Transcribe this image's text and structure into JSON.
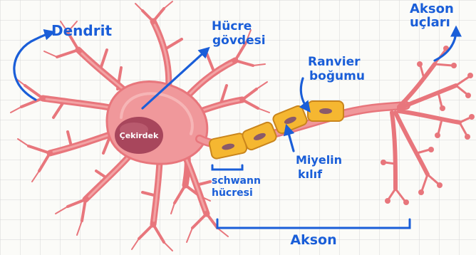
{
  "labels": {
    "dendrite": "Dendrit",
    "cell_body_line1": "Hücre",
    "cell_body_line2": "gövdesi",
    "axon_terminals_line1": "Akson",
    "axon_terminals_line2": "uçları",
    "ranvier_line1": "Ranvier",
    "ranvier_line2": "boğumu",
    "nucleus": "Çekirdek",
    "myelin_line1": "Miyelin",
    "myelin_line2": "kılıf",
    "schwann_line1": "schwann",
    "schwann_line2": "hücresi",
    "axon": "Akson"
  },
  "colors": {
    "label_blue": "#1a5ed8",
    "neuron_pink": "#f0989b",
    "neuron_outline": "#e8767c",
    "nucleus": "#a8465c",
    "myelin": "#f5b731",
    "myelin_nucleus": "#8a5a6a",
    "grid": "#d6d6d6"
  }
}
